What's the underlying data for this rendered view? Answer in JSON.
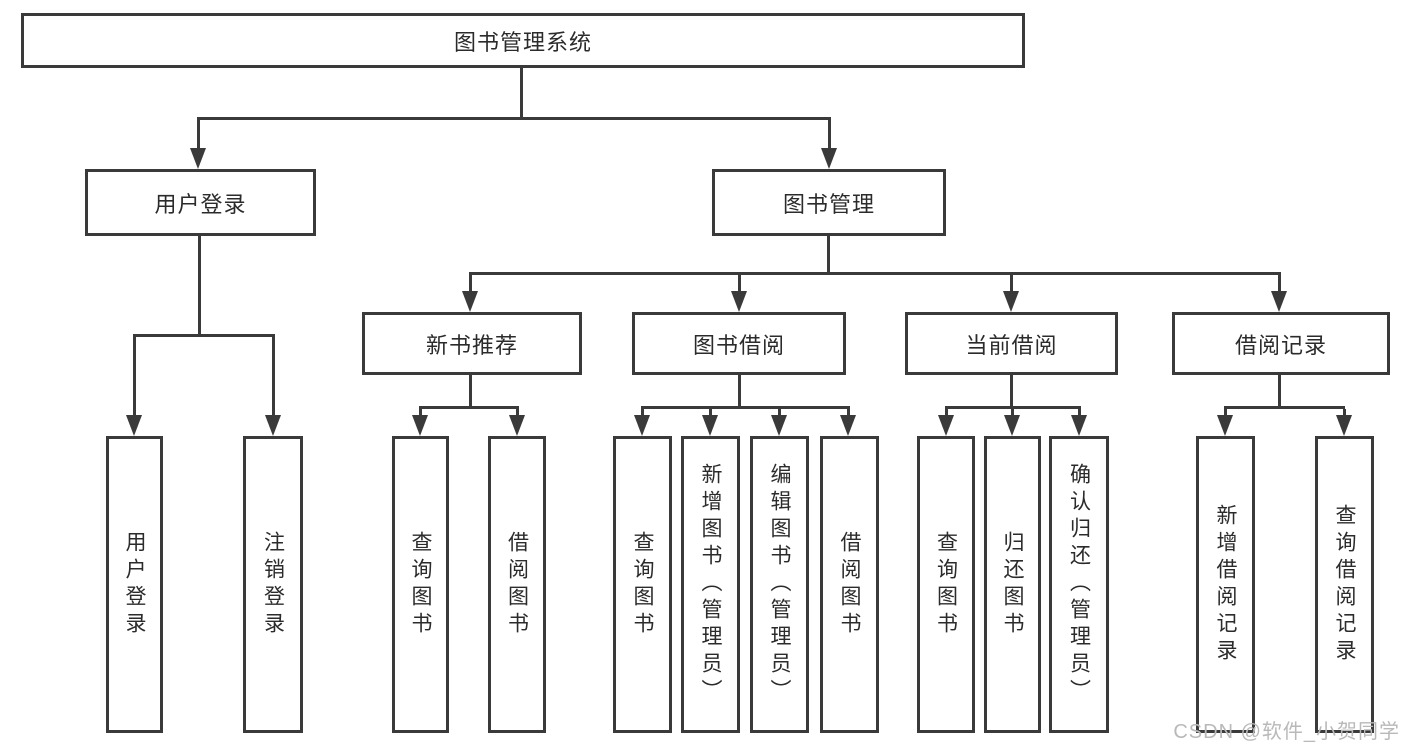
{
  "tree": {
    "root": {
      "label": "图书管理系统",
      "children": [
        {
          "label": "用户登录",
          "children": [
            {
              "label": "用户登录"
            },
            {
              "label": "注销登录"
            }
          ]
        },
        {
          "label": "图书管理",
          "children": [
            {
              "label": "新书推荐",
              "children": [
                {
                  "label": "查询图书"
                },
                {
                  "label": "借阅图书"
                }
              ]
            },
            {
              "label": "图书借阅",
              "children": [
                {
                  "label": "查询图书"
                },
                {
                  "label": "新增图书（管理员）"
                },
                {
                  "label": "编辑图书（管理员）"
                },
                {
                  "label": "借阅图书"
                }
              ]
            },
            {
              "label": "当前借阅",
              "children": [
                {
                  "label": "查询图书"
                },
                {
                  "label": "归还图书"
                },
                {
                  "label": "确认归还（管理员）"
                }
              ]
            },
            {
              "label": "借阅记录",
              "children": [
                {
                  "label": "新增借阅记录"
                },
                {
                  "label": "查询借阅记录"
                }
              ]
            }
          ]
        }
      ]
    }
  },
  "watermark": "CSDN @软件_小贺同学",
  "colors": {
    "line": "#3a3a3a",
    "text": "#2b2b2b",
    "background": "#ffffff",
    "watermark": "#b9b9b9"
  }
}
